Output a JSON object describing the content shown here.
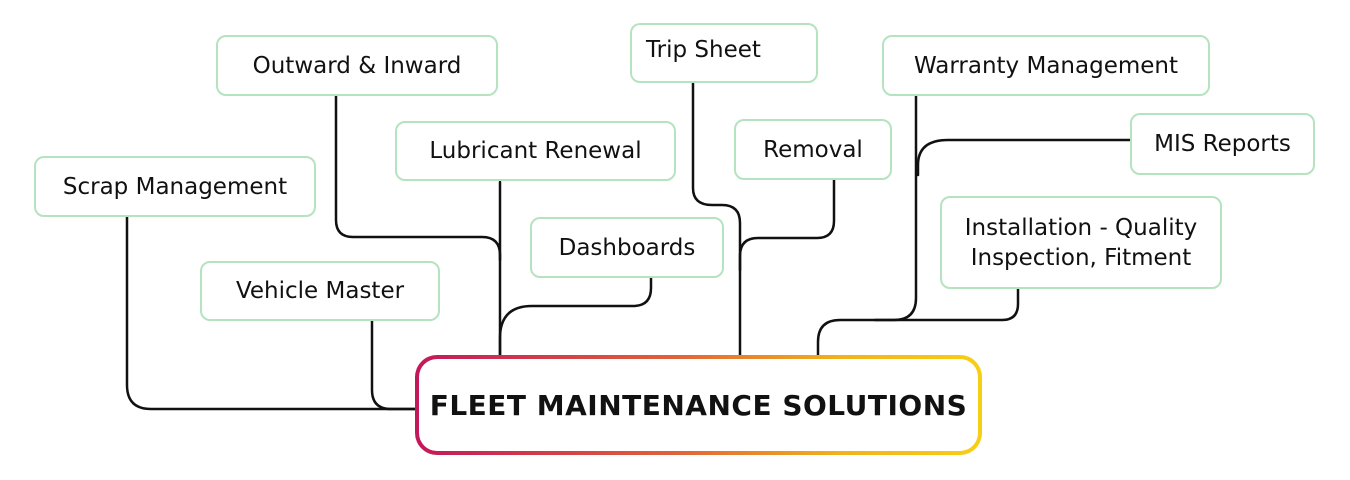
{
  "center": {
    "label": "FLEET MAINTENANCE SOLUTIONS"
  },
  "nodes": {
    "outward_inward": "Outward & Inward",
    "trip_sheet": "Trip Sheet",
    "warranty_management": "Warranty Management",
    "lubricant_renewal": "Lubricant Renewal",
    "removal": "Removal",
    "mis_reports": "MIS Reports",
    "scrap_management": "Scrap Management",
    "dashboards": "Dashboards",
    "installation": "Installation - Quality\nInspection, Fitment",
    "vehicle_master": "Vehicle Master"
  },
  "colors": {
    "node_border": "#b6e3bf",
    "connector": "#111111",
    "gradient_start": "#c2185b",
    "gradient_end": "#f7cf15"
  }
}
